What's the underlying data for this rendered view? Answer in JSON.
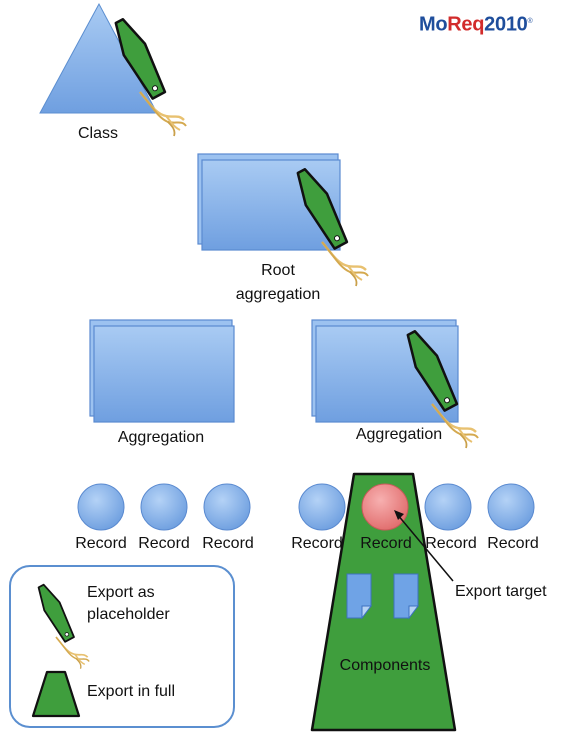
{
  "logo": {
    "prefix": "Mo",
    "accent": "Req",
    "suffix": "2010",
    "mark": "®"
  },
  "nodes": {
    "class_label": "Class",
    "root_label_line1": "Root",
    "root_label_line2": "aggregation",
    "aggregation_left_label": "Aggregation",
    "aggregation_right_label": "Aggregation",
    "components_label": "Components"
  },
  "records": {
    "left": [
      "Record",
      "Record",
      "Record"
    ],
    "right": [
      "Record",
      "Record",
      "Record",
      "Record"
    ]
  },
  "annotations": {
    "export_target": "Export target"
  },
  "legend": {
    "placeholder_line1": "Export as",
    "placeholder_line2": "placeholder",
    "full": "Export in full"
  },
  "colors": {
    "blue_fill": "#8ab6ec",
    "blue_stroke": "#4f7fc4",
    "green_fill": "#3f9e3d",
    "target_fill": "#f08a8a",
    "legend_border": "#5b8fd0",
    "string": "#e8c170"
  }
}
